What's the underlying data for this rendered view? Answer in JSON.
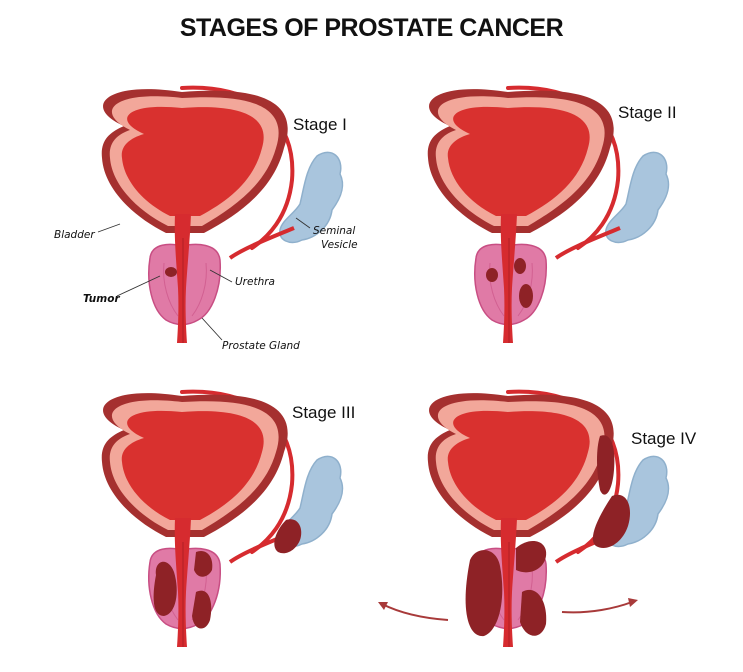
{
  "title": "STAGES OF PROSTATE CANCER",
  "colors": {
    "bladder_outer": "#a5302f",
    "bladder_wall": "#f2a79a",
    "bladder_inner": "#d9312f",
    "urethra": "#d62b2f",
    "prostate": "#e07aa6",
    "prostate_dark": "#c84e83",
    "tumor": "#8e2226",
    "vesicle": "#a9c5dd",
    "arrow": "#a83a3a"
  },
  "stages": [
    {
      "label": "Stage I"
    },
    {
      "label": "Stage II"
    },
    {
      "label": "Stage III"
    },
    {
      "label": "Stage IV"
    }
  ],
  "callouts": {
    "bladder": "Bladder",
    "seminal_vesicle_line1": "Seminal",
    "seminal_vesicle_line2": "Vesicle",
    "urethra": "Urethra",
    "tumor": "Tumor",
    "prostate_gland": "Prostate Gland"
  }
}
